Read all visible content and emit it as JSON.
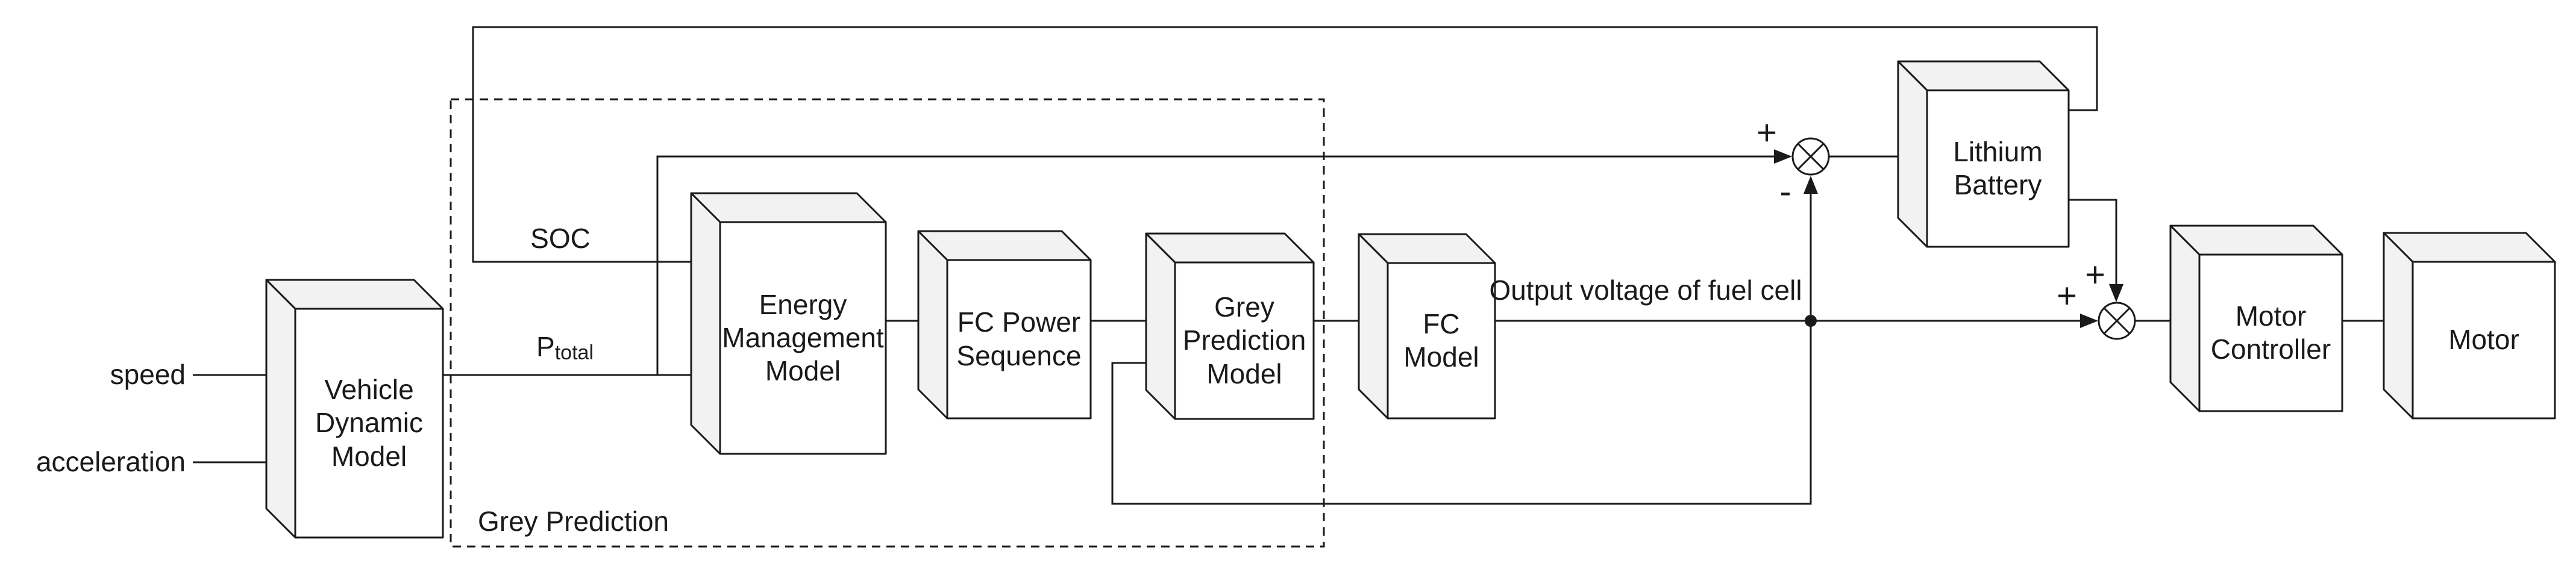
{
  "diagram": {
    "inputs": {
      "speed": "speed",
      "acceleration": "acceleration"
    },
    "blocks": {
      "vehicle_dynamic_model": "Vehicle\nDynamic\nModel",
      "energy_management_model": "Energy\nManagement\nModel",
      "fc_power_sequence": "FC Power\nSequence",
      "grey_prediction_model": "Grey\nPrediction\nModel",
      "fc_model": "FC\nModel",
      "lithium_battery": "Lithium\nBattery",
      "motor_controller": "Motor\nController",
      "motor": "Motor"
    },
    "signal_labels": {
      "soc": "SOC",
      "p_total_base": "P",
      "p_total_sub": "total",
      "output_voltage": "Output voltage of fuel cell"
    },
    "group_label": "Grey Prediction",
    "signs": {
      "sum1_plus": "+",
      "sum1_minus": "-",
      "sum2_plus_vertical": "+",
      "sum2_plus_horizontal": "+"
    },
    "colors": {
      "line": "#1a1a1a",
      "box_fill": "#ffffff",
      "box_face_fill": "#f2f2f2",
      "background": "#ffffff"
    }
  }
}
